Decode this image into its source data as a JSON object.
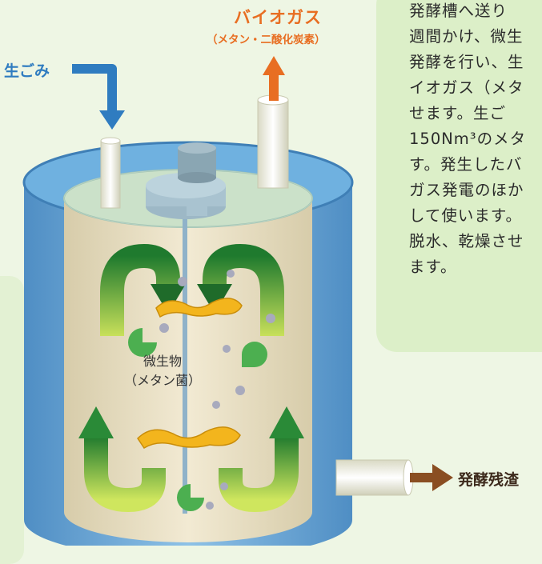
{
  "labels": {
    "biogas_title": "バイオガス",
    "biogas_sub": "（メタン・二酸化炭素）",
    "garbage": "生ごみ",
    "residue": "発酵残渣",
    "microbe_line1": "微生物",
    "microbe_line2": "（メタン菌）"
  },
  "description_lines": [
    "発酵槽へ送り",
    "週間かけ、微生",
    "発酵を行い、生",
    "イオガス（メタ",
    "せます。生ご",
    "150Nm³のメタ",
    "す。発生したバ",
    "ガス発電のほか",
    "して使います。",
    "脱水、乾燥させ",
    "ます。"
  ],
  "colors": {
    "background": "#eef6e4",
    "text_panel": "#dcefc8",
    "tank_blue": "#6aa7d8",
    "tank_inner": "#e9dfc2",
    "green_arrow": "#5a9e2a",
    "orange_arrow": "#e86e22",
    "blue_arrow": "#2f7cc0",
    "brown_arrow": "#8a4e22",
    "microbe_yellow": "#f3b51d",
    "pacman_green": "#4caf50"
  }
}
